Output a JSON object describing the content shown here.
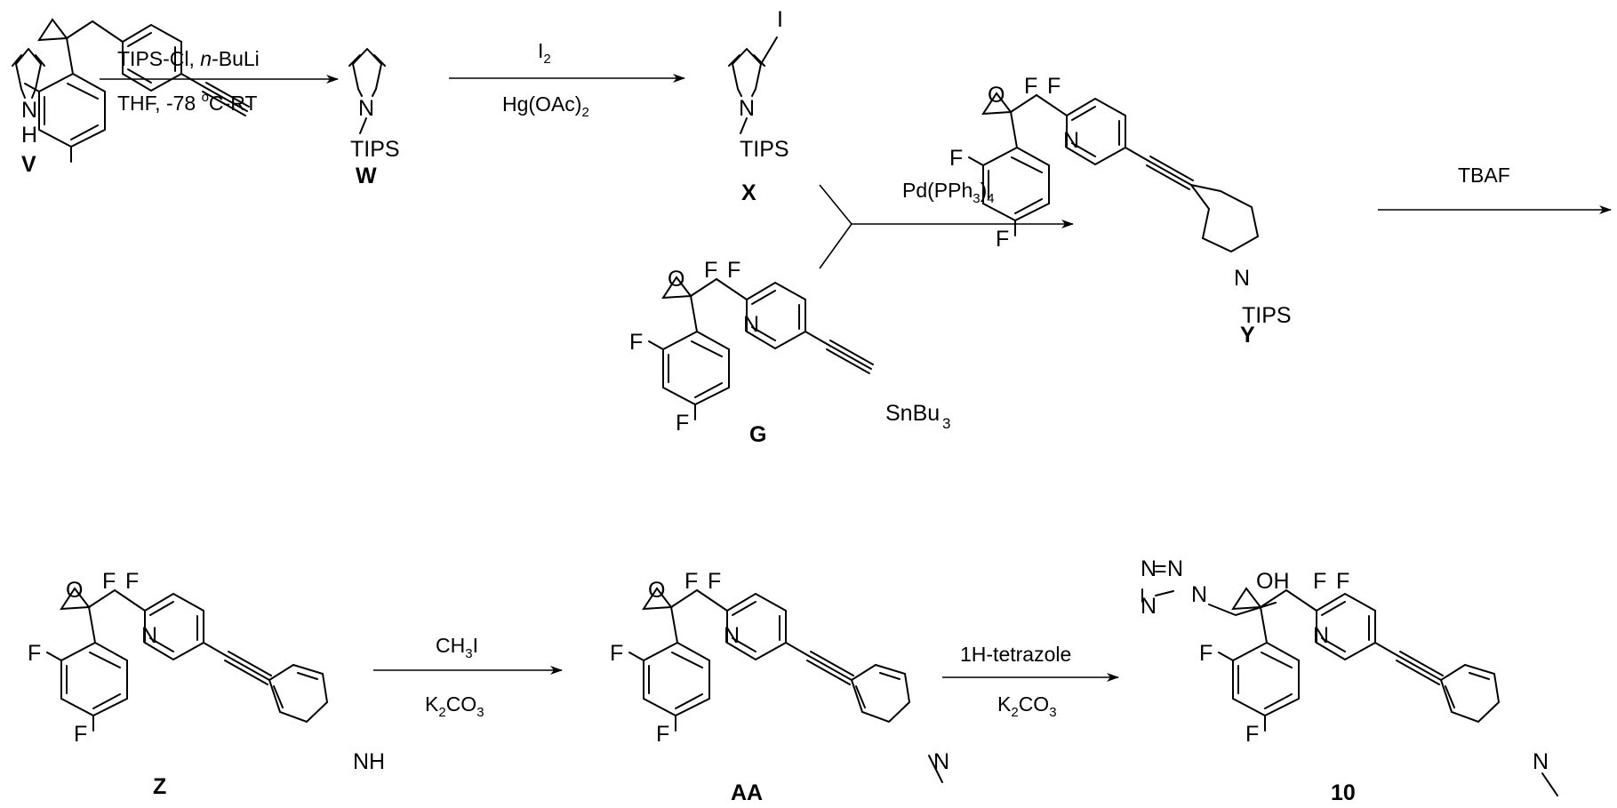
{
  "compounds": {
    "V": {
      "label": "V",
      "atoms": {
        "N": "N",
        "H": "H"
      }
    },
    "W": {
      "label": "W",
      "atoms": {
        "N": "N",
        "PG": "TIPS"
      }
    },
    "X": {
      "label": "X",
      "atoms": {
        "I": "I",
        "N": "N",
        "PG": "TIPS"
      }
    },
    "G": {
      "label": "G",
      "atoms": {
        "O": "O",
        "F1": "F",
        "F2": "F",
        "N": "N",
        "Fa": "F",
        "Fb": "F",
        "Sn": "SnBu",
        "SnSub": "3"
      }
    },
    "Y": {
      "label": "Y",
      "atoms": {
        "O": "O",
        "F1": "F",
        "F2": "F",
        "N": "N",
        "Fa": "F",
        "Fb": "F",
        "Np": "N",
        "PG": "TIPS"
      }
    },
    "Z": {
      "label": "Z",
      "atoms": {
        "O": "O",
        "F1": "F",
        "F2": "F",
        "N": "N",
        "Fa": "F",
        "Fb": "F",
        "NH": "NH"
      }
    },
    "AA": {
      "label": "AA",
      "atoms": {
        "O": "O",
        "F1": "F",
        "F2": "F",
        "N": "N",
        "Fa": "F",
        "Fb": "F",
        "Np": "N"
      }
    },
    "P10": {
      "label": "10",
      "atoms": {
        "tz1": "N",
        "tz2": "N",
        "tz3": "N",
        "tz4": "N",
        "eq": "=",
        "OH": "OH",
        "F1": "F",
        "F2": "F",
        "N": "N",
        "Fa": "F",
        "Fb": "F",
        "Np": "N"
      }
    }
  },
  "arrows": {
    "a1": {
      "above": "TIPS-Cl, ",
      "above_it": "n",
      "above_tail": "-BuLi",
      "below": "THF, -78 ",
      "below_sup": "o",
      "below_tail": "C-RT"
    },
    "a2": {
      "above": "I",
      "above_sub": "2",
      "below": "Hg(OAc)",
      "below_sub": "2"
    },
    "a3": {
      "above": "Pd(PPh",
      "above_sub": "3",
      "above_tail": ")",
      "above_sub2": "4"
    },
    "a4": {
      "above": "TBAF"
    },
    "a5": {
      "above": "CH",
      "above_sub": "3",
      "above_tail": "I",
      "below": "K",
      "below_sub": "2",
      "below_tail": "CO",
      "below_sub2": "3"
    },
    "a6": {
      "above": "1H-tetrazole",
      "below": "K",
      "below_sub": "2",
      "below_tail": "CO",
      "below_sub2": "3"
    }
  }
}
